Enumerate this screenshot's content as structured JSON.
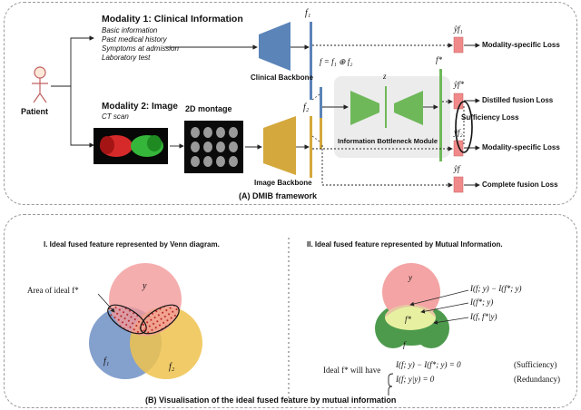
{
  "panel_a": {
    "caption": "(A) DMIB framework",
    "patient_label": "Patient",
    "modality1": {
      "title": "Modality 1: Clinical Information",
      "items": [
        "Basic information",
        "Past medical history",
        "Symptoms at admission",
        "Laboratory test"
      ]
    },
    "modality2": {
      "title": "Modality 2: Image",
      "subtitle": "CT scan"
    },
    "montage_label": "2D montage",
    "clinical_backbone": "Clinical Backbone",
    "image_backbone": "Image Backbone",
    "f1": "f₁",
    "f2": "f₂",
    "fusion_eq": "f = f₁ ⊕ f₂",
    "fstar": "f*",
    "z": "z",
    "ib_module": "Information Bottleneck Module",
    "outputs": [
      {
        "symbol": "ŷf₁",
        "loss": "Modality-specific Loss"
      },
      {
        "symbol": "ŷf*",
        "loss": "Distilled fusion Loss"
      },
      {
        "symbol": "ŷf₂",
        "loss": "Modality-specific Loss"
      },
      {
        "symbol": "ŷf",
        "loss": "Complete fusion Loss"
      }
    ],
    "sufficiency_loss": "Sufficiency Loss",
    "colors": {
      "blue": "#5b84b8",
      "gold": "#d4a83c",
      "green": "#6fb85a",
      "loss": "#f08a8a"
    }
  },
  "panel_b": {
    "caption": "(B) Visualisation of the ideal fused feature by mutual information",
    "left_title": "I. Ideal fused feature represented by Venn diagram.",
    "right_title": "II.  Ideal fused feature represented by Mutual Information.",
    "venn": {
      "y": "y",
      "f1": "f₁",
      "f2": "f₂",
      "area_label": "Area of ideal f*"
    },
    "mi": {
      "annotations": [
        "I(f; y) − I(f*; y)",
        "I(f*; y)",
        "I(f, f*|y)"
      ],
      "f_label": "f",
      "fstar_label": "f*",
      "y_label": "y",
      "ideal_prefix": "Ideal f* will have",
      "conditions": [
        {
          "eq": "I(f; y) − I(f*; y) = 0",
          "name": "(Sufficiency)"
        },
        {
          "eq": "I(f; y|y) = 0",
          "name": "(Redundancy)"
        }
      ]
    },
    "colors": {
      "pink": "#f29a9a",
      "blue": "#6e8fc4",
      "yellow": "#efc24e",
      "green": "#4d9a4d",
      "light_green": "#e7f0a0"
    }
  }
}
